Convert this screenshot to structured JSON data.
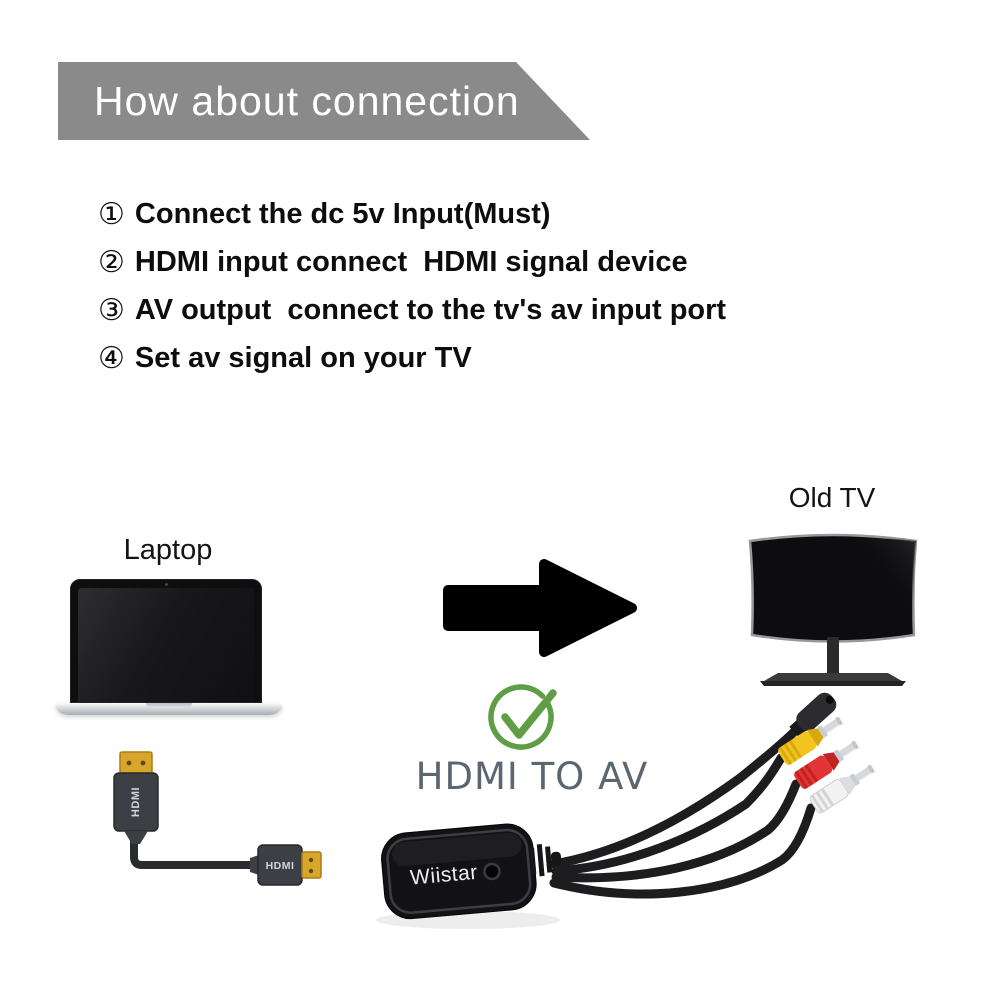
{
  "banner": {
    "title": "How about connection",
    "bg": "#8a8a8a",
    "text_color": "#ffffff"
  },
  "steps": [
    {
      "num": "①",
      "text": "Connect the dc 5v Input(Must)"
    },
    {
      "num": "②",
      "text": "HDMI input connect  HDMI signal device"
    },
    {
      "num": "③",
      "text": "AV output  connect to the tv's av input port"
    },
    {
      "num": "④",
      "text": "Set av signal on your TV"
    }
  ],
  "diagram": {
    "laptop_label": "Laptop",
    "tv_label": "Old TV",
    "converter_title": "HDMI TO AV",
    "brand": "Wiistar",
    "hdmi_label": "HDMI",
    "colors": {
      "banner_gray": "#8a8a8a",
      "check_green": "#5f9e47",
      "label_gray": "#5b6670",
      "hdmi_gold": "#d8a62b",
      "rca_yellow": "#f1c41f",
      "rca_red": "#e23434",
      "rca_white": "#f2f2f3"
    }
  }
}
